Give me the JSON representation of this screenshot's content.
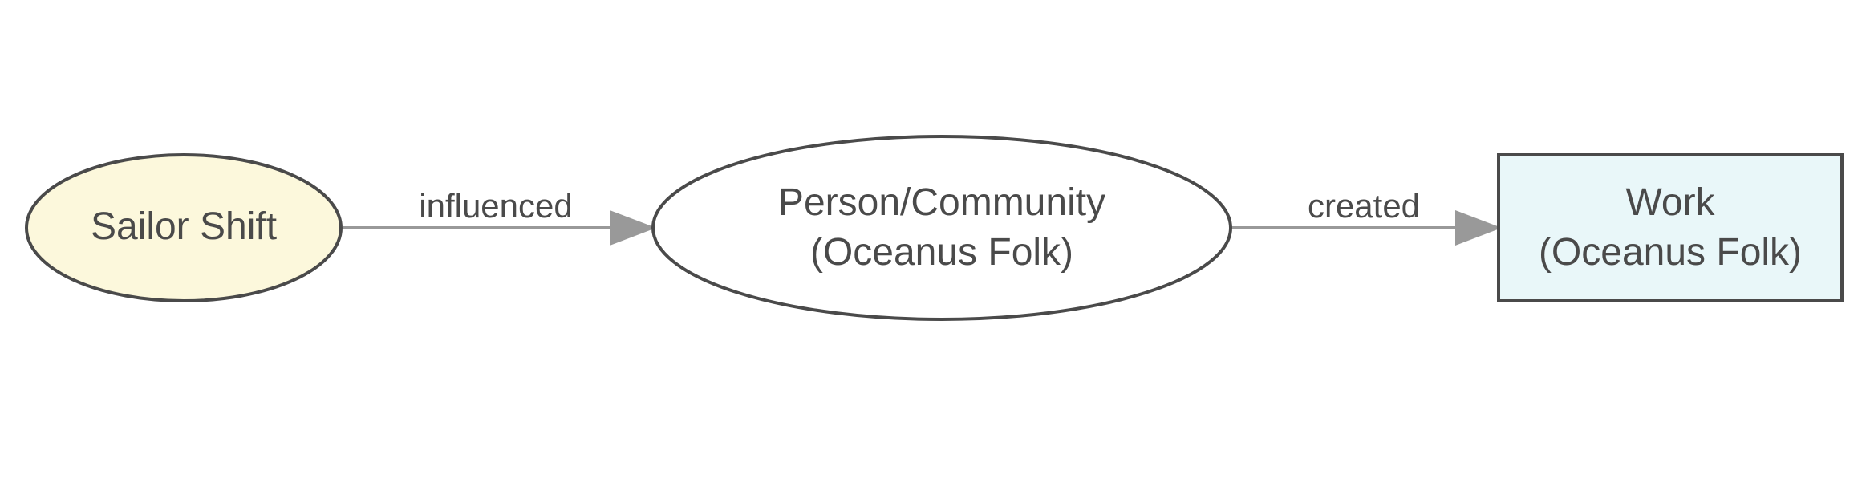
{
  "nodes": {
    "sailor_shift": {
      "label": "Sailor Shift",
      "fill": "#fcf8dc"
    },
    "person_community": {
      "label_line1": "Person/Community",
      "label_line2": "(Oceanus Folk)",
      "fill": "#ffffff"
    },
    "work": {
      "label_line1": "Work",
      "label_line2": "(Oceanus Folk)",
      "fill": "#e9f7f9"
    }
  },
  "edges": {
    "influenced": {
      "label": "influenced"
    },
    "created": {
      "label": "created"
    }
  },
  "colors": {
    "node_stroke": "#4a4a4a",
    "edge_stroke": "#999999",
    "text": "#4a4a4a"
  }
}
